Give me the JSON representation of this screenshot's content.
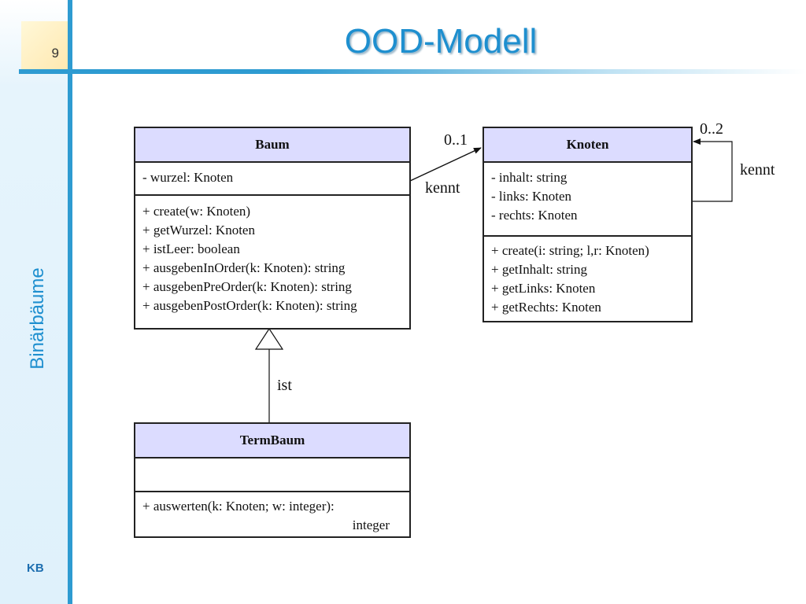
{
  "slide": {
    "page_number": "9",
    "title": "OOD-Modell",
    "side_label": "Binärbäume",
    "brand": "KB"
  },
  "diagram": {
    "baum": {
      "name": "Baum",
      "attributes": [
        "- wurzel: Knoten"
      ],
      "methods": [
        "+ create(w: Knoten)",
        "+ getWurzel: Knoten",
        "+ istLeer: boolean",
        "+ ausgebenInOrder(k: Knoten): string",
        "+ ausgebenPreOrder(k: Knoten): string",
        "+ ausgebenPostOrder(k: Knoten): string"
      ]
    },
    "knoten": {
      "name": "Knoten",
      "attributes": [
        "- inhalt: string",
        "- links: Knoten",
        "- rechts: Knoten"
      ],
      "methods": [
        "+ create(i: string; l,r: Knoten)",
        "+ getInhalt: string",
        "+ getLinks: Knoten",
        "+ getRechts: Knoten"
      ]
    },
    "termbaum": {
      "name": "TermBaum",
      "attributes": [],
      "methods": [
        "+ auswerten(k: Knoten; w: integer):",
        "integer"
      ]
    },
    "association_baum_knoten": {
      "label": "kennt",
      "multiplicity": "0..1"
    },
    "association_knoten_self": {
      "label": "kennt",
      "multiplicity": "0..2"
    },
    "inheritance": {
      "label": "ist"
    }
  }
}
